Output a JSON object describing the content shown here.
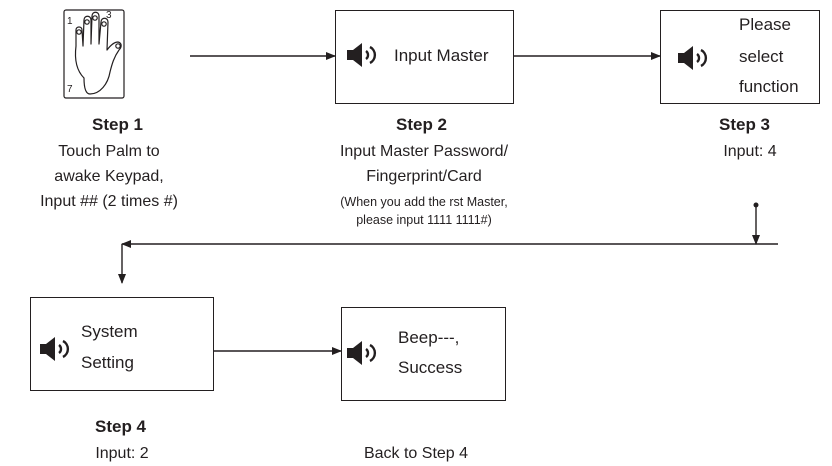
{
  "step1": {
    "title": "Step 1",
    "desc": [
      "Touch Palm to",
      "awake Keypad,",
      "Input ## (2 times #)"
    ],
    "icon": "palm-touch-icon"
  },
  "step2": {
    "box_label": "Input Master",
    "title": "Step 2",
    "desc": [
      "Input Master Password/",
      "Fingerprint/Card"
    ],
    "note": [
      "(When you add the rst Master,",
      "please input 1111 1111#)"
    ],
    "icon": "speaker-icon"
  },
  "step3": {
    "box_lines": [
      "Please",
      "select",
      "function"
    ],
    "title": "Step 3",
    "desc": "Input: 4",
    "icon": "speaker-icon"
  },
  "step4": {
    "box_lines": [
      "System",
      "Setting"
    ],
    "title": "Step 4",
    "desc": "Input: 2",
    "icon": "speaker-icon"
  },
  "result": {
    "box_lines": [
      "Beep---,",
      "Success"
    ],
    "desc": "Back to Step 4",
    "icon": "speaker-icon"
  },
  "colors": {
    "line": "#231f20",
    "background": "#ffffff"
  }
}
